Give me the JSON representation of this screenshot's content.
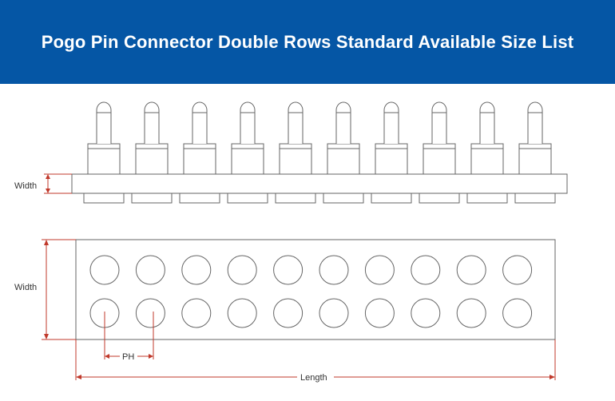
{
  "header": {
    "title": "Pogo Pin Connector Double Rows Standard Available Size List",
    "background_color": "#0556a5",
    "text_color": "#ffffff"
  },
  "side_view": {
    "pin_count": 10,
    "dimension_label": "Width"
  },
  "top_view": {
    "rows": 2,
    "columns": 10,
    "width_label": "Width",
    "pitch_label": "PH",
    "length_label": "Length"
  },
  "colors": {
    "outline": "#666666",
    "dimension_line": "#c0392b"
  }
}
